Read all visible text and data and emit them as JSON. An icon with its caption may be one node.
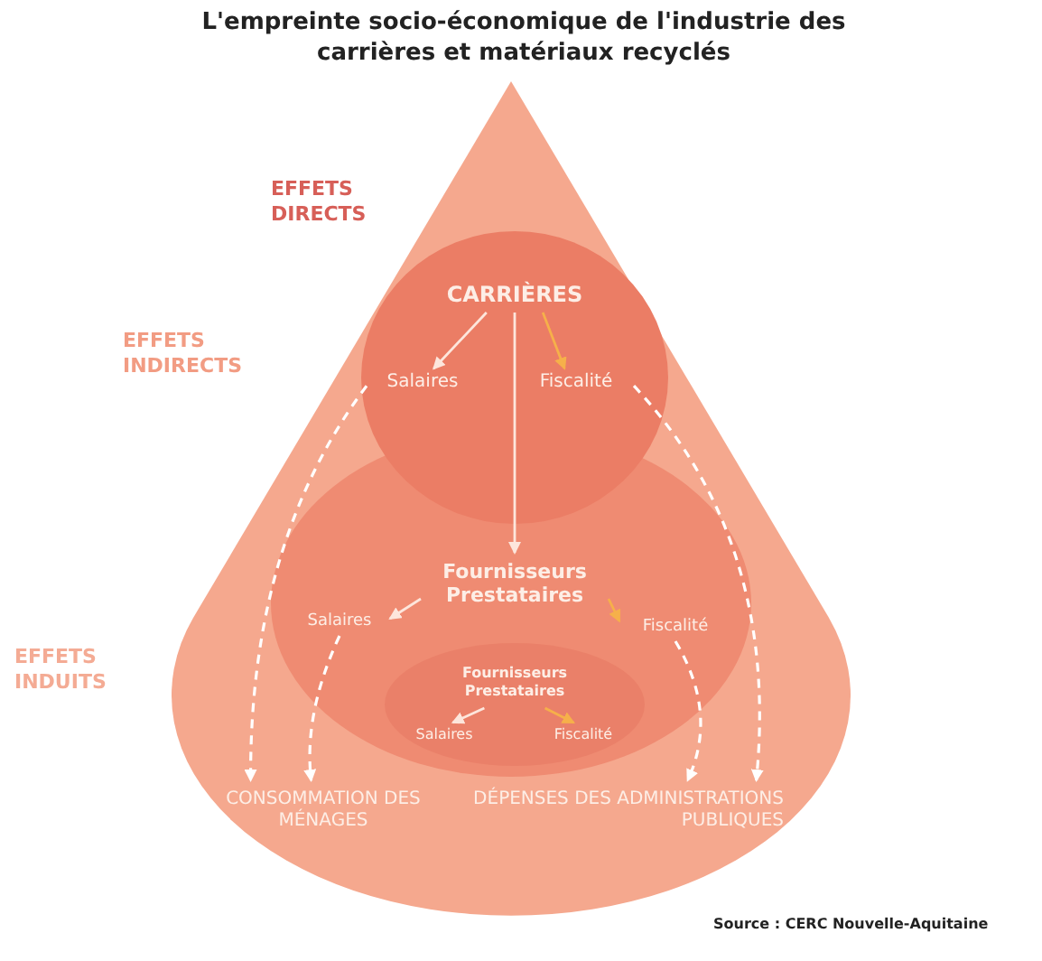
{
  "diagram": {
    "title": "L'empreinte socio-économique de l'industrie des carrières et matériaux recyclés",
    "nodes": [
      {
        "text": [],
        "shape": "cone"
      },
      {
        "text": [],
        "shape": "circle",
        "in": 0
      },
      {
        "text": [],
        "shape": "circle",
        "in": 0
      },
      {
        "text": [
          "CARRIÈRES"
        ],
        "in": 2
      },
      {
        "text": [
          "Salaires"
        ],
        "in": 2
      },
      {
        "text": [
          "Fiscalité"
        ],
        "in": 2
      },
      {
        "text": [
          "Fournisseurs Prestataires"
        ],
        "in": 1
      },
      {
        "text": [
          "Salaires"
        ],
        "in": 1
      },
      {
        "text": [
          "Fiscalité"
        ],
        "in": 1
      },
      {
        "text": [],
        "shape": "ellipse",
        "in": 1
      },
      {
        "text": [
          "Fournisseurs Prestataires"
        ],
        "in": 9
      },
      {
        "text": [
          "Salaires"
        ],
        "in": 9
      },
      {
        "text": [
          "Fiscalité"
        ],
        "in": 9
      },
      {
        "text": [
          "CONSOMMATION DES MÉNAGES"
        ],
        "in": 0
      },
      {
        "text": [
          "DÉPENSES DES ADMINISTRATIONS PUBLIQUES"
        ],
        "in": 0
      }
    ],
    "edges": [
      {
        "from": 3,
        "to": 4,
        "arrow": "to"
      },
      {
        "from": 3,
        "to": 5,
        "arrow": "to",
        "color": "#f6b04a"
      },
      {
        "from": 3,
        "to": 6,
        "arrow": "to"
      },
      {
        "from": 6,
        "to": 7,
        "arrow": "to"
      },
      {
        "from": 6,
        "to": 8,
        "arrow": "to",
        "color": "#f6b04a"
      },
      {
        "from": 10,
        "to": 11,
        "arrow": "to"
      },
      {
        "from": 10,
        "to": 12,
        "arrow": "to",
        "color": "#f6b04a"
      },
      {
        "from": 4,
        "to": 13,
        "arrow": "to",
        "style": "dashed",
        "color": "#ffffff"
      },
      {
        "from": 7,
        "to": 13,
        "arrow": "to",
        "style": "dashed",
        "color": "#ffffff"
      },
      {
        "from": 5,
        "to": 14,
        "arrow": "to",
        "style": "dashed",
        "color": "#ffffff"
      },
      {
        "from": 8,
        "to": 14,
        "arrow": "to",
        "style": "dashed",
        "color": "#ffffff"
      }
    ],
    "labels": [
      "EFFETS DIRECTS",
      "EFFETS INDIRECTS",
      "EFFETS INDUITS",
      "Source : CERC Nouvelle-Aquitaine"
    ]
  }
}
